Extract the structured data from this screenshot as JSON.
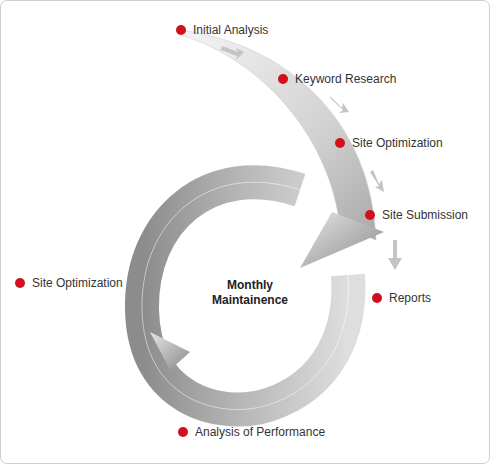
{
  "diagram": {
    "labels": [
      "Initial Analysis",
      "Keyword Research",
      "Site Optimization",
      "Site Submission",
      "Reports",
      "Site Optimization",
      "Monthly Maintainence",
      "Analysis of Performance"
    ]
  }
}
